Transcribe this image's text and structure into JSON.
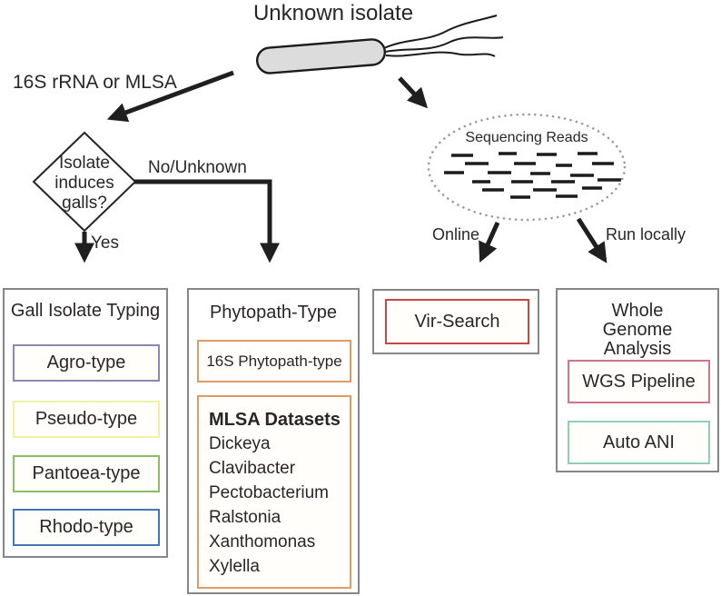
{
  "flow": {
    "title": "Unknown isolate",
    "method_label": "16S rRNA or MLSA",
    "decision_question": "Isolate induces galls?",
    "yes_label": "Yes",
    "no_label": "No/Unknown",
    "reads_label": "Sequencing Reads",
    "online_label": "Online",
    "run_locally_label": "Run locally"
  },
  "colors": {
    "arrow": "#1f1f1f",
    "panel_border": "#868686",
    "diamond_border": "#242424",
    "reads_ellipse_dots": "#9c9c9c",
    "bacterium_fill": "#dcdcdc",
    "text": "#2a2627"
  },
  "panels": {
    "gall": {
      "title": "Gall Isolate Typing",
      "items": [
        {
          "label": "Agro-type",
          "border_color": "#8a8ab0"
        },
        {
          "label": "Pseudo-type",
          "border_color": "#f1efa0"
        },
        {
          "label": "Pantoea-type",
          "border_color": "#8cbc64"
        },
        {
          "label": "Rhodo-type",
          "border_color": "#4377b8"
        }
      ]
    },
    "phytopath": {
      "title": "Phytopath-Type",
      "box_16s": {
        "label": "16S Phytopath-type",
        "border_color": "#e09a66"
      },
      "mlsa": {
        "title": "MLSA Datasets",
        "border_color": "#e09a66",
        "items": [
          "Dickeya",
          "Clavibacter",
          "Pectobacterium",
          "Ralstonia",
          "Xanthomonas",
          "Xylella"
        ]
      }
    },
    "vir_search": {
      "label": "Vir-Search",
      "border_color": "#c84646"
    },
    "wga": {
      "title": "Whole Genome Analysis",
      "items": [
        {
          "label": "WGS Pipeline",
          "border_color": "#d2758b"
        },
        {
          "label": "Auto ANI",
          "border_color": "#90cfb4"
        }
      ]
    }
  }
}
